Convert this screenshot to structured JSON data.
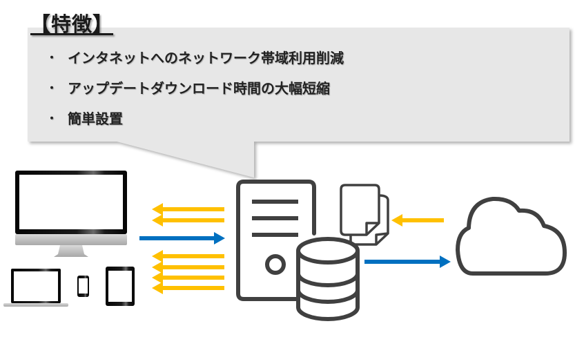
{
  "title": "【特徴】",
  "features": [
    {
      "bullet": "・",
      "text": "インタネットへのネットワーク帯域利用削減"
    },
    {
      "bullet": "・",
      "text": "アップデートダウンロード時間の大幅短縮"
    },
    {
      "bullet": "・",
      "text": "簡単設置"
    }
  ],
  "colors": {
    "callout_fill": "#e7e7e7",
    "icon_stroke": "#404040",
    "upload_arrow": "#0070c0",
    "download_arrow": "#ffc000"
  },
  "nodes": {
    "clients": [
      "desktop-monitor",
      "laptop",
      "smartphone",
      "tablet"
    ],
    "cache_server": [
      "server",
      "database",
      "documents"
    ],
    "cloud": "cloud"
  }
}
